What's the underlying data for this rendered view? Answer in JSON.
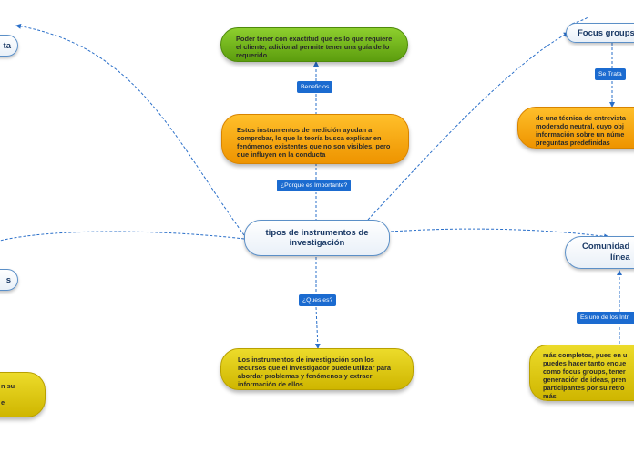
{
  "central": "tipos de instrumentos de investigación",
  "top_left_topic": "ta",
  "left_topic": "s",
  "left_yellow_fragment": [
    "n su",
    "e"
  ],
  "focus_groups": "Focus groups",
  "comunidad_line1": "Comunidad",
  "comunidad_line2": "línea",
  "labels": {
    "beneficios": "Beneficios",
    "porque": "¿Porque es Importante?",
    "ques": "¿Ques es?",
    "se_trata": "Se Trata",
    "es_uno": "Es uno de los Intr"
  },
  "texts": {
    "green": "Poder tener con exactitud que es lo que requiere el cliente, adicional permite tener una guía de lo requerido",
    "orange_center": "Estos instrumentos de medición ayudan a comprobar, lo que la teoría busca explicar en fenómenos existentes que no son visibles, pero que influyen en la conducta",
    "yellow_center": "Los instrumentos de investigación son los recursos que el investigador puede utilizar para abordar problemas y fenómenos y extraer información de ellos",
    "orange_right": "de una técnica de entrevista moderado neutral, cuyo obj información sobre un núme preguntas predefinidas",
    "yellow_right": "más completos, pues en u puedes hacer tanto encue como focus groups, tener generación de ideas, pren participantes por su retro más"
  }
}
